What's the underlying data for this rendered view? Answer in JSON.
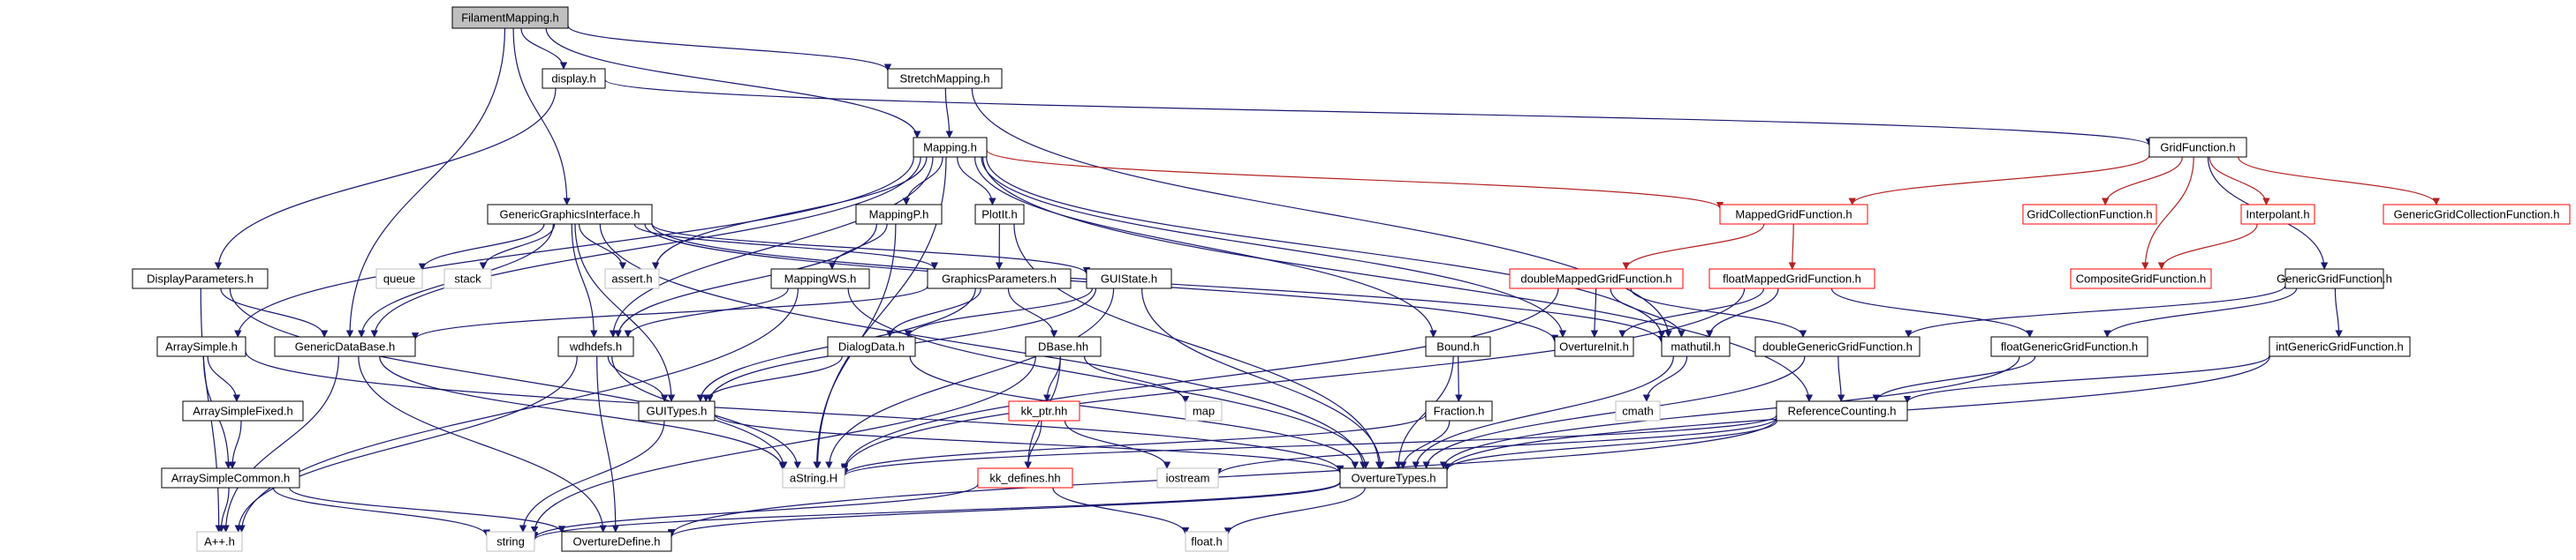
{
  "colors": {
    "edge": "#191970",
    "edge_red": "#b22222",
    "root_fill": "#bfbfbf",
    "node_border": "#000000",
    "missing_border": "#ff0000",
    "system_border": "#bfbfbf"
  },
  "nodes": [
    {
      "id": "n0",
      "label": "FilamentMapping.h",
      "kind": "root"
    },
    {
      "id": "n1",
      "label": "display.h",
      "kind": "normal"
    },
    {
      "id": "n2",
      "label": "StretchMapping.h",
      "kind": "normal"
    },
    {
      "id": "n3",
      "label": "Mapping.h",
      "kind": "normal"
    },
    {
      "id": "n4",
      "label": "GridFunction.h",
      "kind": "normal"
    },
    {
      "id": "n5",
      "label": "GenericGraphicsInterface.h",
      "kind": "normal"
    },
    {
      "id": "n6",
      "label": "MappingP.h",
      "kind": "normal"
    },
    {
      "id": "n7",
      "label": "PlotIt.h",
      "kind": "normal"
    },
    {
      "id": "n8",
      "label": "MappedGridFunction.h",
      "kind": "missing"
    },
    {
      "id": "n9",
      "label": "GridCollectionFunction.h",
      "kind": "missing"
    },
    {
      "id": "n10",
      "label": "Interpolant.h",
      "kind": "missing"
    },
    {
      "id": "n11",
      "label": "GenericGridCollectionFunction.h",
      "kind": "missing"
    },
    {
      "id": "n12",
      "label": "queue",
      "kind": "system"
    },
    {
      "id": "n13",
      "label": "stack",
      "kind": "system"
    },
    {
      "id": "n14",
      "label": "assert.h",
      "kind": "system"
    },
    {
      "id": "n15",
      "label": "CompositeGridFunction.h",
      "kind": "missing"
    },
    {
      "id": "n16",
      "label": "DisplayParameters.h",
      "kind": "normal"
    },
    {
      "id": "n17",
      "label": "MappingWS.h",
      "kind": "normal"
    },
    {
      "id": "n18",
      "label": "GraphicsParameters.h",
      "kind": "normal"
    },
    {
      "id": "n19",
      "label": "GUIState.h",
      "kind": "normal"
    },
    {
      "id": "n20",
      "label": "doubleMappedGridFunction.h",
      "kind": "missing"
    },
    {
      "id": "n21",
      "label": "floatMappedGridFunction.h",
      "kind": "missing"
    },
    {
      "id": "n22",
      "label": "GenericGridFunction.h",
      "kind": "normal"
    },
    {
      "id": "n23",
      "label": "ArraySimple.h",
      "kind": "normal"
    },
    {
      "id": "n24",
      "label": "GenericDataBase.h",
      "kind": "normal"
    },
    {
      "id": "n25",
      "label": "wdhdefs.h",
      "kind": "normal"
    },
    {
      "id": "n26",
      "label": "DialogData.h",
      "kind": "normal"
    },
    {
      "id": "n27",
      "label": "DBase.hh",
      "kind": "normal"
    },
    {
      "id": "n28",
      "label": "Bound.h",
      "kind": "normal"
    },
    {
      "id": "n29",
      "label": "OvertureInit.h",
      "kind": "normal"
    },
    {
      "id": "n30",
      "label": "mathutil.h",
      "kind": "normal"
    },
    {
      "id": "n31",
      "label": "doubleGenericGridFunction.h",
      "kind": "normal"
    },
    {
      "id": "n32",
      "label": "floatGenericGridFunction.h",
      "kind": "normal"
    },
    {
      "id": "n33",
      "label": "intGenericGridFunction.h",
      "kind": "normal"
    },
    {
      "id": "n34",
      "label": "ArraySimpleFixed.h",
      "kind": "normal"
    },
    {
      "id": "n35",
      "label": "GUITypes.h",
      "kind": "normal"
    },
    {
      "id": "n36",
      "label": "kk_ptr.hh",
      "kind": "missing"
    },
    {
      "id": "n37",
      "label": "map",
      "kind": "system"
    },
    {
      "id": "n38",
      "label": "Fraction.h",
      "kind": "normal"
    },
    {
      "id": "n39",
      "label": "cmath",
      "kind": "system"
    },
    {
      "id": "n40",
      "label": "ReferenceCounting.h",
      "kind": "normal"
    },
    {
      "id": "n41",
      "label": "ArraySimpleCommon.h",
      "kind": "normal"
    },
    {
      "id": "n42",
      "label": "aString.H",
      "kind": "system"
    },
    {
      "id": "n43",
      "label": "kk_defines.hh",
      "kind": "missing"
    },
    {
      "id": "n44",
      "label": "iostream",
      "kind": "system"
    },
    {
      "id": "n45",
      "label": "OvertureTypes.h",
      "kind": "normal"
    },
    {
      "id": "n46",
      "label": "A++.h",
      "kind": "system"
    },
    {
      "id": "n47",
      "label": "string",
      "kind": "system"
    },
    {
      "id": "n48",
      "label": "OvertureDefine.h",
      "kind": "normal"
    },
    {
      "id": "n49",
      "label": "float.h",
      "kind": "system"
    }
  ],
  "edges": [
    {
      "from": "n0",
      "to": "n1"
    },
    {
      "from": "n0",
      "to": "n2"
    },
    {
      "from": "n0",
      "to": "n3"
    },
    {
      "from": "n0",
      "to": "n5"
    },
    {
      "from": "n0",
      "to": "n24"
    },
    {
      "from": "n1",
      "to": "n4"
    },
    {
      "from": "n1",
      "to": "n16"
    },
    {
      "from": "n2",
      "to": "n3"
    },
    {
      "from": "n2",
      "to": "n30"
    },
    {
      "from": "n3",
      "to": "n6"
    },
    {
      "from": "n3",
      "to": "n7"
    },
    {
      "from": "n3",
      "to": "n14"
    },
    {
      "from": "n3",
      "to": "n23"
    },
    {
      "from": "n3",
      "to": "n24"
    },
    {
      "from": "n3",
      "to": "n25"
    },
    {
      "from": "n3",
      "to": "n28"
    },
    {
      "from": "n3",
      "to": "n29"
    },
    {
      "from": "n3",
      "to": "n30"
    },
    {
      "from": "n3",
      "to": "n40"
    },
    {
      "from": "n3",
      "to": "n42"
    },
    {
      "from": "n3",
      "to": "n8",
      "color": "red"
    },
    {
      "from": "n4",
      "to": "n8",
      "color": "red"
    },
    {
      "from": "n4",
      "to": "n9",
      "color": "red"
    },
    {
      "from": "n4",
      "to": "n10",
      "color": "red"
    },
    {
      "from": "n4",
      "to": "n11",
      "color": "red"
    },
    {
      "from": "n4",
      "to": "n15",
      "color": "red"
    },
    {
      "from": "n4",
      "to": "n22"
    },
    {
      "from": "n5",
      "to": "n12"
    },
    {
      "from": "n5",
      "to": "n13"
    },
    {
      "from": "n5",
      "to": "n14"
    },
    {
      "from": "n5",
      "to": "n18"
    },
    {
      "from": "n5",
      "to": "n19"
    },
    {
      "from": "n5",
      "to": "n24"
    },
    {
      "from": "n5",
      "to": "n25"
    },
    {
      "from": "n5",
      "to": "n35"
    },
    {
      "from": "n5",
      "to": "n29"
    },
    {
      "from": "n5",
      "to": "n30"
    },
    {
      "from": "n5",
      "to": "n45"
    },
    {
      "from": "n6",
      "to": "n17"
    },
    {
      "from": "n6",
      "to": "n25"
    },
    {
      "from": "n6",
      "to": "n42"
    },
    {
      "from": "n7",
      "to": "n18"
    },
    {
      "from": "n7",
      "to": "n45"
    },
    {
      "from": "n8",
      "to": "n20",
      "color": "red"
    },
    {
      "from": "n8",
      "to": "n21",
      "color": "red"
    },
    {
      "from": "n10",
      "to": "n15",
      "color": "red"
    },
    {
      "from": "n16",
      "to": "n24"
    },
    {
      "from": "n16",
      "to": "n42"
    },
    {
      "from": "n16",
      "to": "n46"
    },
    {
      "from": "n17",
      "to": "n25"
    },
    {
      "from": "n17",
      "to": "n45"
    },
    {
      "from": "n17",
      "to": "n46"
    },
    {
      "from": "n18",
      "to": "n24"
    },
    {
      "from": "n18",
      "to": "n26"
    },
    {
      "from": "n18",
      "to": "n27"
    },
    {
      "from": "n18",
      "to": "n35"
    },
    {
      "from": "n19",
      "to": "n26"
    },
    {
      "from": "n19",
      "to": "n35"
    },
    {
      "from": "n19",
      "to": "n42"
    },
    {
      "from": "n19",
      "to": "n45"
    },
    {
      "from": "n20",
      "to": "n29"
    },
    {
      "from": "n20",
      "to": "n30"
    },
    {
      "from": "n20",
      "to": "n31"
    },
    {
      "from": "n20",
      "to": "n42"
    },
    {
      "from": "n21",
      "to": "n29"
    },
    {
      "from": "n21",
      "to": "n30"
    },
    {
      "from": "n21",
      "to": "n32"
    },
    {
      "from": "n21",
      "to": "n42"
    },
    {
      "from": "n22",
      "to": "n31"
    },
    {
      "from": "n22",
      "to": "n32"
    },
    {
      "from": "n22",
      "to": "n33"
    },
    {
      "from": "n23",
      "to": "n34"
    },
    {
      "from": "n23",
      "to": "n41"
    },
    {
      "from": "n23",
      "to": "n45"
    },
    {
      "from": "n24",
      "to": "n42"
    },
    {
      "from": "n24",
      "to": "n46"
    },
    {
      "from": "n24",
      "to": "n48"
    },
    {
      "from": "n25",
      "to": "n35"
    },
    {
      "from": "n25",
      "to": "n42"
    },
    {
      "from": "n25",
      "to": "n46"
    },
    {
      "from": "n25",
      "to": "n48"
    },
    {
      "from": "n26",
      "to": "n35"
    },
    {
      "from": "n26",
      "to": "n45"
    },
    {
      "from": "n27",
      "to": "n36"
    },
    {
      "from": "n27",
      "to": "n37"
    },
    {
      "from": "n27",
      "to": "n43"
    },
    {
      "from": "n27",
      "to": "n47"
    },
    {
      "from": "n28",
      "to": "n38"
    },
    {
      "from": "n28",
      "to": "n45"
    },
    {
      "from": "n30",
      "to": "n39"
    },
    {
      "from": "n30",
      "to": "n45"
    },
    {
      "from": "n31",
      "to": "n40"
    },
    {
      "from": "n31",
      "to": "n45"
    },
    {
      "from": "n32",
      "to": "n40"
    },
    {
      "from": "n32",
      "to": "n45"
    },
    {
      "from": "n33",
      "to": "n40"
    },
    {
      "from": "n33",
      "to": "n45"
    },
    {
      "from": "n34",
      "to": "n41"
    },
    {
      "from": "n35",
      "to": "n45"
    },
    {
      "from": "n35",
      "to": "n47"
    },
    {
      "from": "n36",
      "to": "n43"
    },
    {
      "from": "n36",
      "to": "n44"
    },
    {
      "from": "n38",
      "to": "n42"
    },
    {
      "from": "n38",
      "to": "n45"
    },
    {
      "from": "n40",
      "to": "n42"
    },
    {
      "from": "n40",
      "to": "n44"
    },
    {
      "from": "n40",
      "to": "n45"
    },
    {
      "from": "n40",
      "to": "n48"
    },
    {
      "from": "n41",
      "to": "n46"
    },
    {
      "from": "n41",
      "to": "n47"
    },
    {
      "from": "n41",
      "to": "n48"
    },
    {
      "from": "n43",
      "to": "n49"
    },
    {
      "from": "n43",
      "to": "n47"
    },
    {
      "from": "n45",
      "to": "n47"
    },
    {
      "from": "n45",
      "to": "n48"
    },
    {
      "from": "n45",
      "to": "n49"
    }
  ]
}
